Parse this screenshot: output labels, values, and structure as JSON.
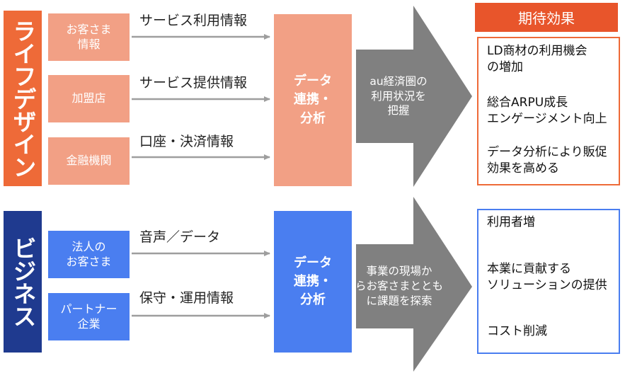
{
  "colors": {
    "orange_dark": "#ee6a38",
    "orange_light": "#f2a085",
    "navy": "#1f3a8f",
    "blue": "#4a7ef0",
    "gray": "#808080",
    "line": "#9e9e9e"
  },
  "life": {
    "title": "ライフデザイン",
    "sources": [
      "お客さま\n情報",
      "加盟店",
      "金融機関"
    ],
    "flows": [
      "サービス利用情報",
      "サービス提供情報",
      "口座・決済情報"
    ],
    "hub": "データ\n連携・\n分析",
    "arrow_text": "au経済圏の\n利用状況を\n把握"
  },
  "biz": {
    "title": "ビジネス",
    "sources": [
      "法人の\nお客さま",
      "パートナー\n企業"
    ],
    "flows": [
      "音声／データ",
      "保守・運用情報"
    ],
    "hub": "データ\n連携・\n分析",
    "arrow_text": "事業の現場か\nらお客さまととも\nに課題を探索"
  },
  "effects": {
    "header": "期待効果",
    "life_items": [
      "LD商材の利用機会\nの増加",
      "総合ARPU成長\nエンゲージメント向上",
      "データ分析により販促\n効果を高める"
    ],
    "biz_items": [
      "利用者増",
      "本業に貢献する\nソリューションの提供",
      "コスト削減"
    ]
  }
}
